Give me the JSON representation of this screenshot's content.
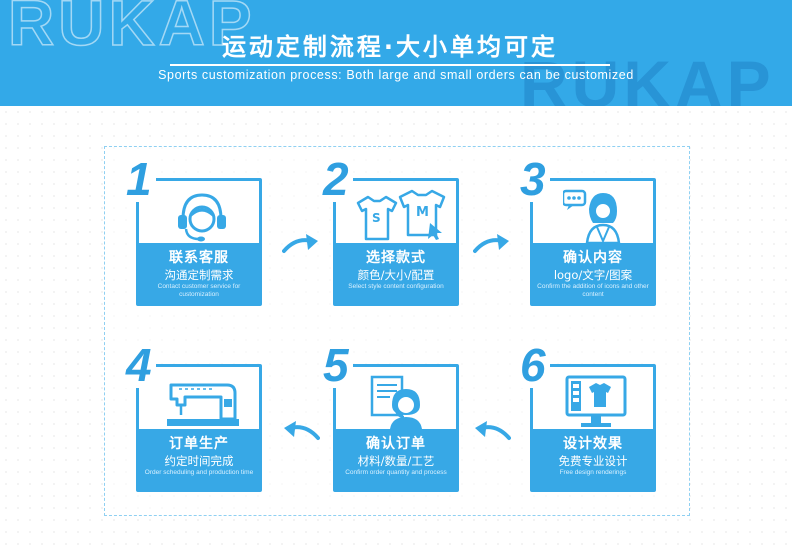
{
  "header": {
    "watermark": "RUKAP",
    "title": "运动定制流程·大小单均可定",
    "subtitle": "Sports customization process: Both large and small orders can be customized"
  },
  "steps": [
    {
      "num": "1",
      "title": "联系客服",
      "subtitle": "沟通定制需求",
      "english": "Contact customer service for customization",
      "icon": "headset-support-icon"
    },
    {
      "num": "2",
      "title": "选择款式",
      "subtitle": "颜色/大小/配置",
      "english": "Select style content configuration",
      "icon": "tshirt-sizes-icon",
      "icon_letters": [
        "S",
        "M"
      ]
    },
    {
      "num": "3",
      "title": "确认内容",
      "subtitle": "logo/文字/图案",
      "english": "Confirm the addition of icons and other content",
      "icon": "consultant-chat-icon"
    },
    {
      "num": "4",
      "title": "订单生产",
      "subtitle": "约定时间完成",
      "english": "Order scheduling and production time",
      "icon": "sewing-machine-icon"
    },
    {
      "num": "5",
      "title": "确认订单",
      "subtitle": "材料/数量/工艺",
      "english": "Confirm order quantity and process",
      "icon": "order-document-agent-icon"
    },
    {
      "num": "6",
      "title": "设计效果",
      "subtitle": "免费专业设计",
      "english": "Free design renderings",
      "icon": "monitor-design-icon"
    }
  ],
  "colors": {
    "primary": "#33a9e8",
    "card_blue": "#37a8e6",
    "white": "#ffffff"
  }
}
